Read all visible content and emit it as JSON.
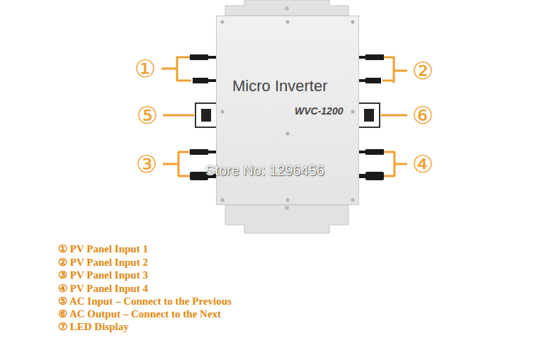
{
  "diagram": {
    "nodes": [
      {
        "text": [
          "Micro Inverter",
          "WVC-1200"
        ]
      }
    ],
    "labels": [
      "①",
      "②",
      "⑤",
      "⑥",
      "③",
      "④",
      "Store No: 1296456",
      "① PV Panel Input 1",
      "② PV Panel Input 2",
      "③ PV Panel Input 3",
      "④ PV Panel Input 4",
      "⑤ AC Input – Connect to the Previous",
      "⑥ AC Output – Connect to the Next",
      "⑦ LED Display"
    ]
  }
}
